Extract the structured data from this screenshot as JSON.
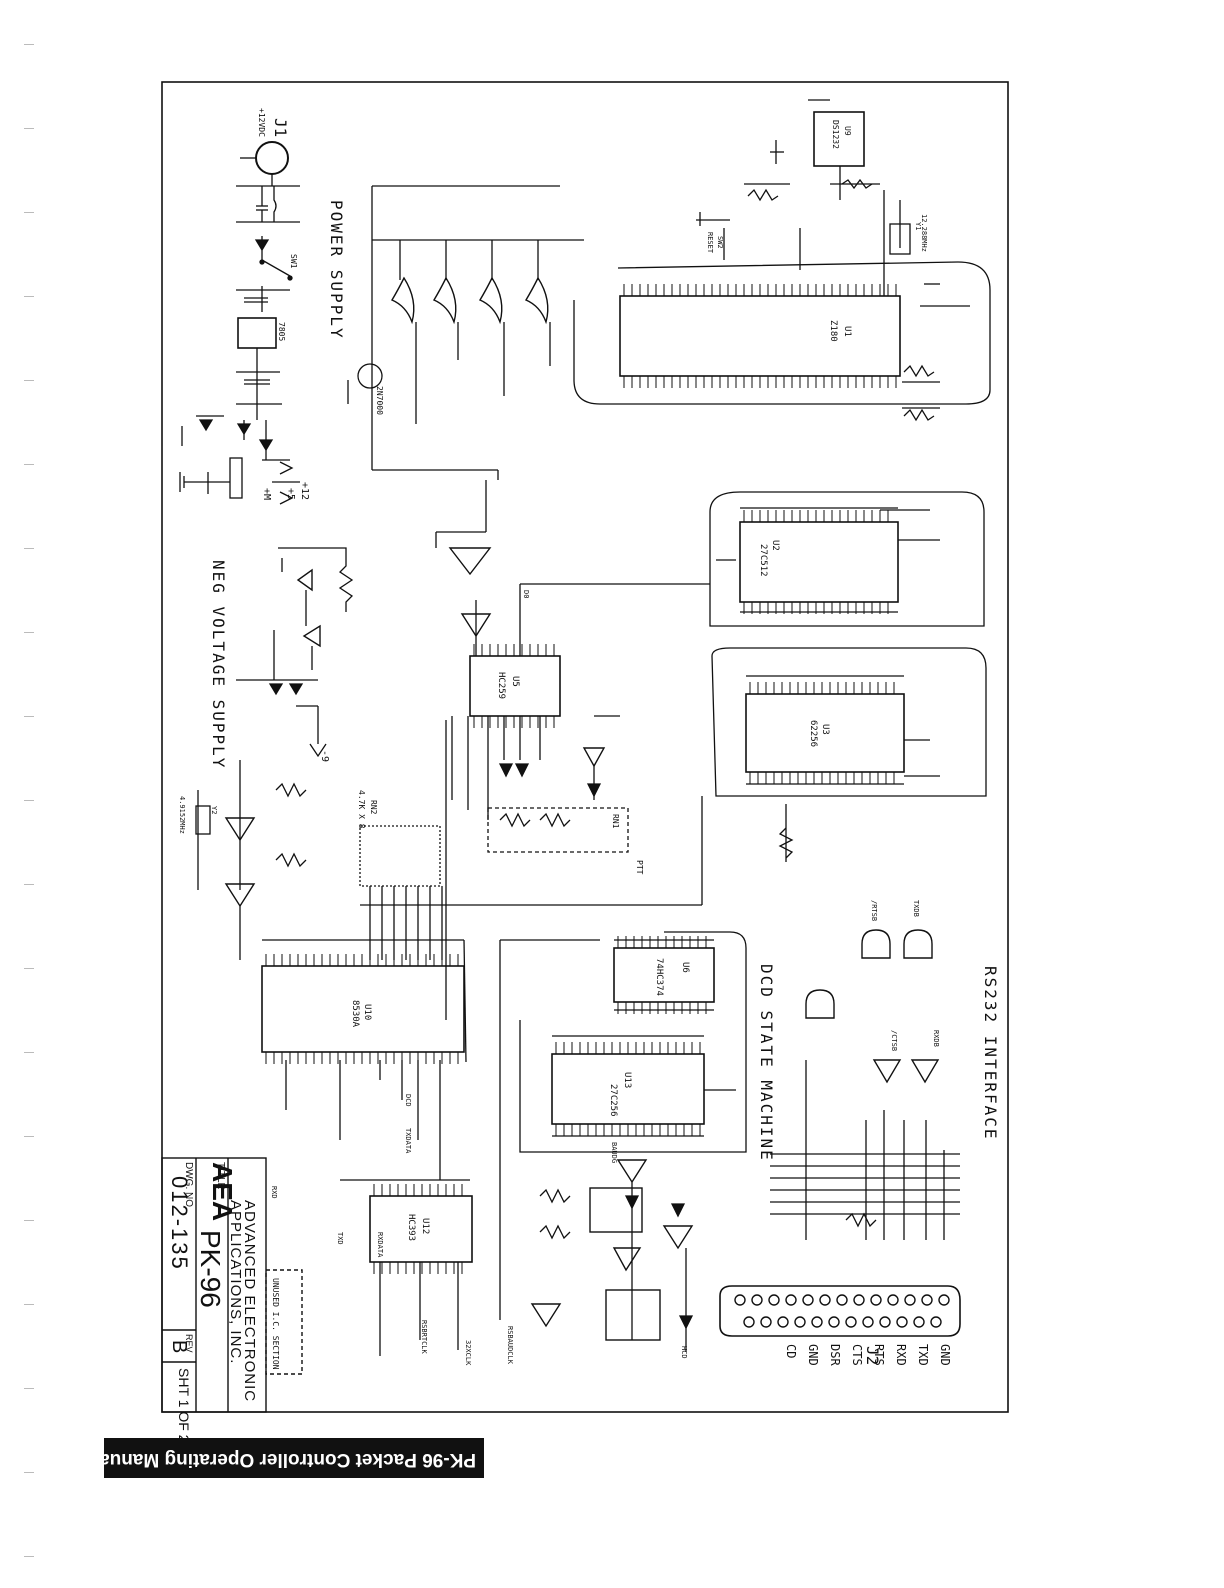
{
  "footer": {
    "text": "PK-96 Packet Controller Operating Manual / 147"
  },
  "title_block": {
    "company_logo": "AEA",
    "company_name_1": "ADVANCED ELECTRONIC",
    "company_name_2": "APPLICATIONS, INC.",
    "title_label": "TITLE",
    "title": "PK-96",
    "dwg_no_label": "DWG. NO.",
    "dwg_no": "012-135",
    "rev_label": "REV",
    "rev": "B",
    "sheet": "SHT 1 OF 2"
  },
  "sections": {
    "power_supply": "POWER SUPPLY",
    "neg_voltage": "NEG VOLTAGE SUPPLY",
    "rs232": "RS232 INTERFACE",
    "dcd": "DCD STATE MACHINE",
    "unused": "UNUSED I.C. SECTION"
  },
  "components": {
    "j1": "J1",
    "j1_desc": "+12VDC",
    "j2": "J2",
    "u1": "U1",
    "u1_part": "Z180",
    "u2": "U2",
    "u2_part": "27C512",
    "u3": "U3",
    "u3_part": "62256",
    "u5": "U5",
    "u5_part": "HC259",
    "u6": "U6",
    "u6_part": "74HC374",
    "u9": "U9",
    "u9_part": "DS1232",
    "u10": "U10",
    "u10_part": "8530A",
    "u12": "U12",
    "u12_part": "HC393",
    "u13": "U13",
    "u13_part": "27C256",
    "reg": "7805",
    "q1": "2N7000",
    "sw1": "SW1",
    "sw2": "SW2",
    "sw2_desc": "RESET",
    "x1": "Y1",
    "x1_freq": "12.288MHz",
    "x2": "Y2",
    "x2_freq": "4.9152MHz",
    "rn1": "RN1",
    "rn2": "RN2",
    "rn2_desc": "4.7K X 8"
  },
  "connector_pins": [
    "GND",
    "TXD",
    "RXD",
    "RTS",
    "CTS",
    "DSR",
    "GND",
    "CD"
  ],
  "signals": {
    "plus12": "+12",
    "plus5": "+5",
    "plusM": "+M",
    "minus9": "-9",
    "ptt": "PTT",
    "rxd": "RXD",
    "txd": "TXD",
    "dcd": "DCD",
    "rxdata": "RXDATA",
    "txdata": "TXDATA",
    "baud": "BAUDG",
    "rs232_txd": "TXDB",
    "rs232_rts": "/RTSB",
    "rs232_cts": "/CTSB",
    "rs232_rxd": "RXDB",
    "clk": "32XCLK",
    "rclk": "RSBAUDCLK",
    "tclk": "RSBRTCLK",
    "d0": "D0",
    "hcd": "HCD"
  }
}
